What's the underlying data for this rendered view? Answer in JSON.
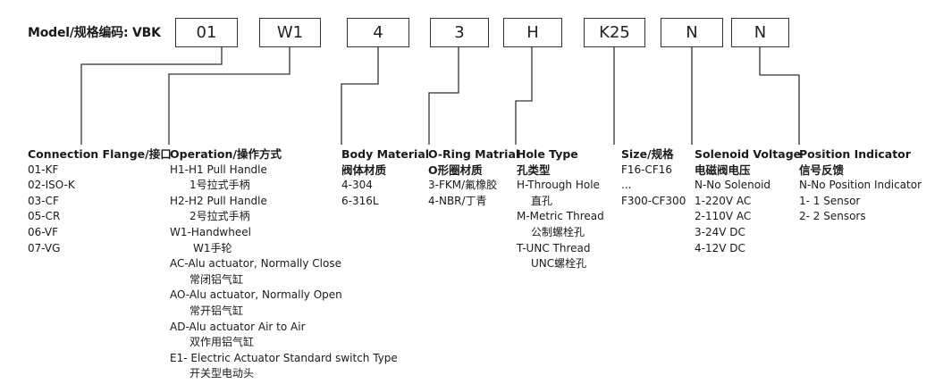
{
  "title": "Model/规格编码: VBK",
  "boxes": [
    "01",
    "W1",
    "4",
    "3",
    "H",
    "K25",
    "N",
    "N"
  ],
  "columns": {
    "flange": {
      "heading": "Connection Flange/接口",
      "items": [
        "01-KF",
        "02-ISO-K",
        "03-CF",
        "05-CR",
        "06-VF",
        "07-VG"
      ]
    },
    "operation": {
      "heading": "Operation/操作方式",
      "items": [
        {
          "en": "H1-H1 Pull Handle",
          "cn": "1号拉式手柄"
        },
        {
          "en": "H2-H2 Pull Handle",
          "cn": "2号拉式手柄"
        },
        {
          "en": "W1-Handwheel",
          "cn": "W1手轮"
        },
        {
          "en": "AC-Alu actuator, Normally Close",
          "cn": "常闭铝气缸"
        },
        {
          "en": "AO-Alu actuator, Normally Open",
          "cn": "常开铝气缸"
        },
        {
          "en": "AD-Alu actuator Air to Air",
          "cn": "双作用铝气缸"
        },
        {
          "en": "E1- Electric Actuator Standard switch Type",
          "cn": "开关型电动头"
        }
      ]
    },
    "body": {
      "heading": "Body Material",
      "heading_cn": "阀体材质",
      "items": [
        "4-304",
        "6-316L"
      ]
    },
    "oring": {
      "heading": "O-Ring Matrial",
      "heading_cn": "O形圈材质",
      "items": [
        "3-FKM/氟橡胶",
        "4-NBR/丁青"
      ]
    },
    "hole": {
      "heading": "Hole Type",
      "heading_cn": "孔类型",
      "items": [
        {
          "en": "H-Through Hole",
          "cn": "直孔"
        },
        {
          "en": "M-Metric Thread",
          "cn": "公制螺栓孔"
        },
        {
          "en": "T-UNC Thread",
          "cn": "UNC螺栓孔"
        }
      ]
    },
    "size": {
      "heading": "Size/规格",
      "items": [
        "F16-CF16",
        "...",
        "F300-CF300"
      ]
    },
    "solenoid": {
      "heading": "Solenoid Voltage",
      "heading_cn": "电磁阀电压",
      "items": [
        "N-No Solenoid",
        "1-220V AC",
        "2-110V AC",
        "3-24V DC",
        "4-12V DC"
      ]
    },
    "position": {
      "heading": "Position Indicator",
      "heading_cn": "信号反馈",
      "items": [
        "N-No Position Indicator",
        "1- 1 Sensor",
        "2- 2 Sensors"
      ]
    }
  }
}
